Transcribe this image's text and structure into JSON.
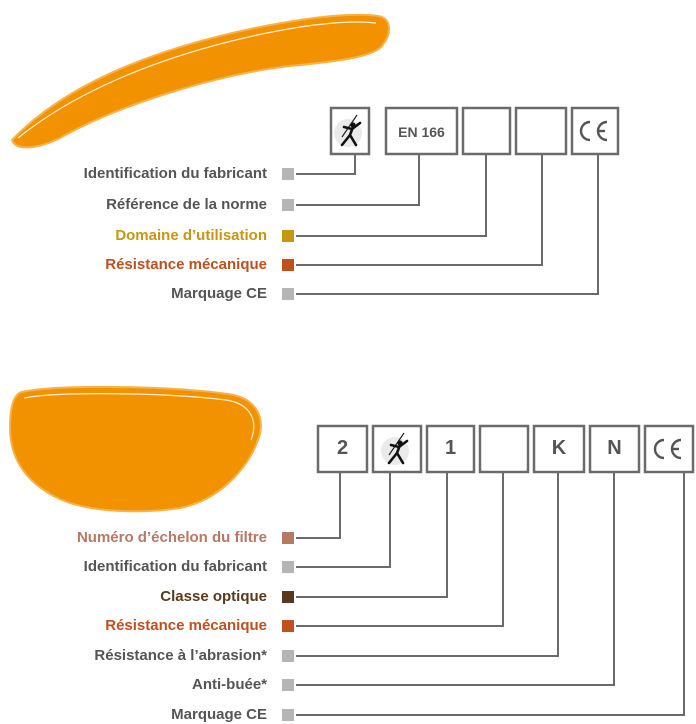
{
  "colors": {
    "orange": "#F39200",
    "gray_text": "#555555",
    "gray_square": "#b5b5b5",
    "gold": "#c8960f",
    "rust": "#c0501e",
    "rose": "#b87866",
    "brown": "#5a3a1f"
  },
  "frame": {
    "marking_boxes": [
      {
        "icon": "fencer-logo-icon",
        "text": ""
      },
      {
        "text": "EN 166"
      },
      {
        "text": ""
      },
      {
        "text": ""
      },
      {
        "icon": "ce-mark-icon",
        "text": ""
      }
    ],
    "labels": [
      {
        "text": "Identification du fabricant",
        "color": "gray"
      },
      {
        "text": "Référence de la norme",
        "color": "gray"
      },
      {
        "text": "Domaine d’utilisation",
        "color": "gold"
      },
      {
        "text": "Résistance mécanique",
        "color": "rust"
      },
      {
        "text": "Marquage CE",
        "color": "gray"
      }
    ]
  },
  "lens": {
    "marking_boxes": [
      {
        "text": "2"
      },
      {
        "icon": "fencer-logo-icon",
        "text": ""
      },
      {
        "text": "1"
      },
      {
        "text": ""
      },
      {
        "text": "K"
      },
      {
        "text": "N"
      },
      {
        "icon": "ce-mark-icon",
        "text": ""
      }
    ],
    "labels": [
      {
        "text": "Numéro d’échelon du filtre",
        "color": "rose"
      },
      {
        "text": "Identification du fabricant",
        "color": "gray"
      },
      {
        "text": "Classe optique",
        "color": "brown"
      },
      {
        "text": "Résistance mécanique",
        "color": "rust"
      },
      {
        "text": "Résistance à l’abrasion*",
        "color": "gray"
      },
      {
        "text": "Anti-buée*",
        "color": "gray"
      },
      {
        "text": "Marquage CE",
        "color": "gray"
      }
    ]
  }
}
